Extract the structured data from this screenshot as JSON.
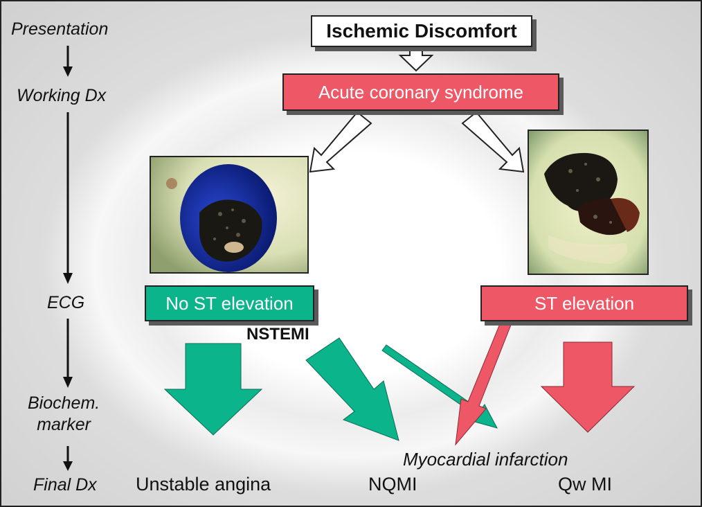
{
  "stages": {
    "presentation": "Presentation",
    "working_dx": "Working Dx",
    "ecg": "ECG",
    "biochem_line1": "Biochem.",
    "biochem_line2": "marker",
    "final_dx": "Final Dx"
  },
  "boxes": {
    "ischemic": "Ischemic Discomfort",
    "acs": "Acute coronary syndrome",
    "no_st": "No ST elevation",
    "st": "ST elevation"
  },
  "nstemi_label": "NSTEMI",
  "mi_label": "Myocardial infarction",
  "final": {
    "unstable_angina": "Unstable angina",
    "nqmi": "NQMI",
    "qwmi": "Qw MI"
  },
  "colors": {
    "red": "#ee5766",
    "green": "#0cb48c"
  }
}
